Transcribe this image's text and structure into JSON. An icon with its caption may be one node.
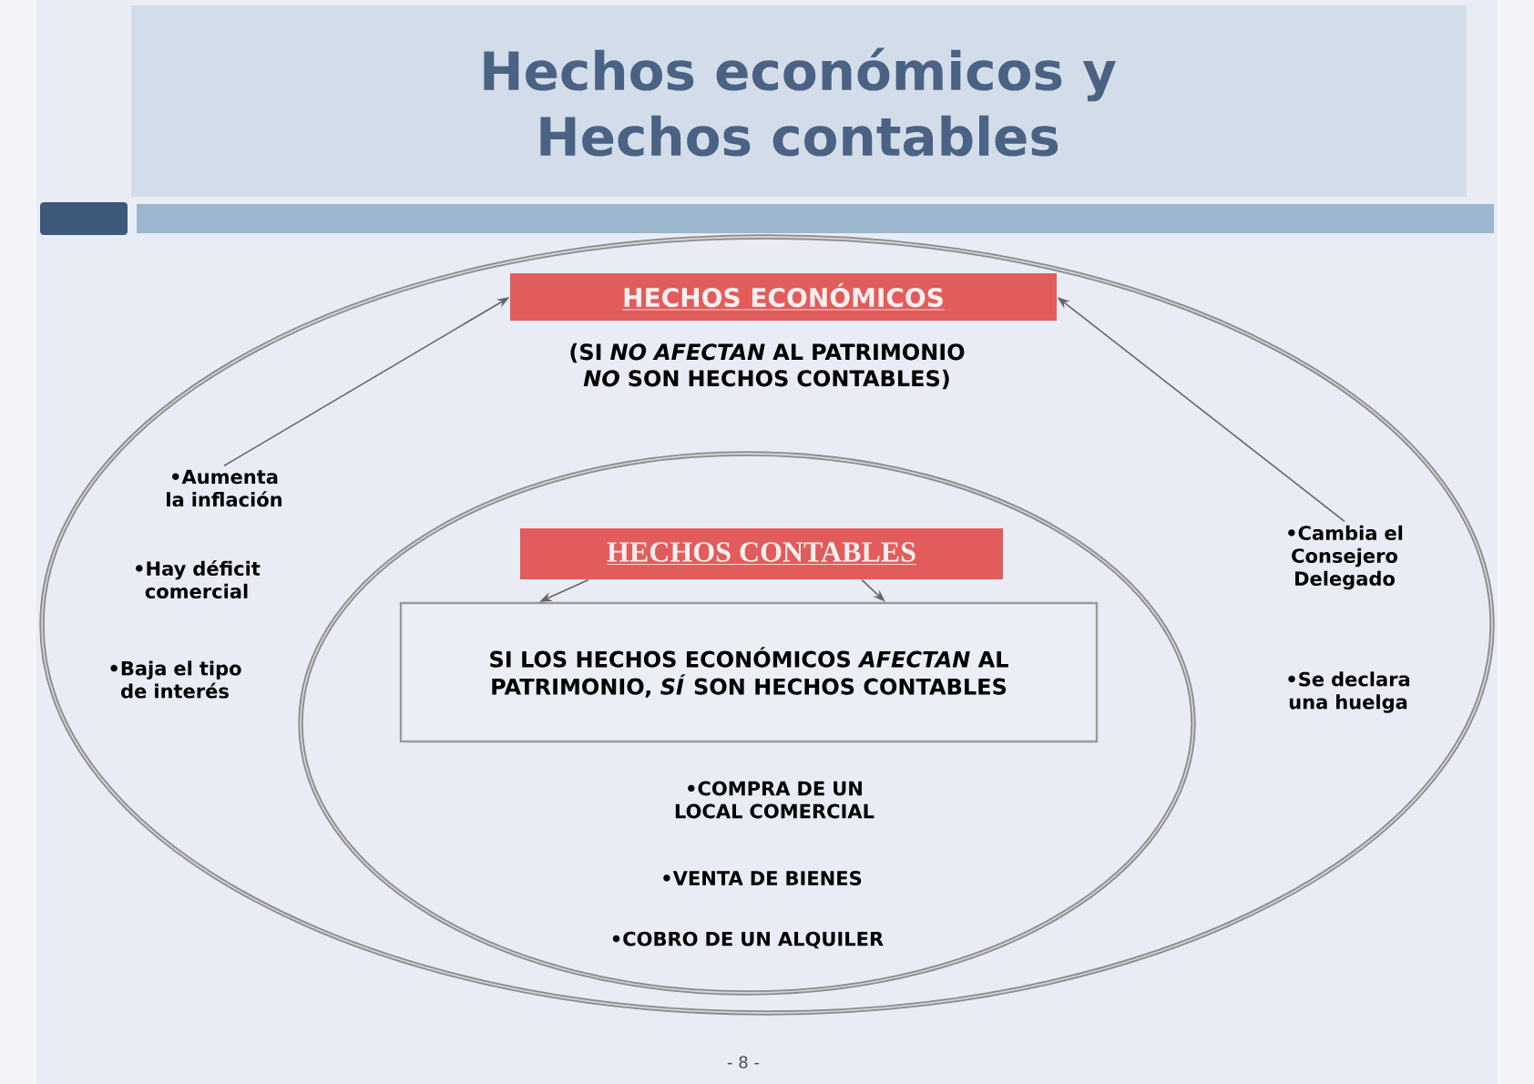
{
  "diagram": {
    "title": "Hechos económicos y Hechos contables",
    "nodes": [
      {
        "text": [
          "(SI *NO AFECTAN* AL PATRIMONIO *NO* SON HECHOS CONTABLES)"
        ]
      },
      {
        "text": [
          "HECHOS ECONÓMICOS"
        ],
        "in": 0
      },
      {
        "text": [
          "•Aumenta la inflación"
        ],
        "in": 0
      },
      {
        "text": [
          "•Hay déficit comercial"
        ],
        "in": 0
      },
      {
        "text": [
          "•Baja el tipo de interés"
        ],
        "in": 0
      },
      {
        "text": [
          "•Cambia el Consejero Delegado"
        ],
        "in": 0
      },
      {
        "text": [
          "•Se declara una huelga"
        ],
        "in": 0
      },
      {
        "text": [
          "•COMPRA DE UN LOCAL COMERCIAL",
          "•VENTA DE BIENES",
          "•COBRO DE UN ALQUILER"
        ],
        "in": 0
      },
      {
        "text": [
          "HECHOS CONTABLES"
        ],
        "in": 7
      },
      {
        "text": [
          "SI LOS HECHOS ECONÓMICOS *AFECTAN* AL PATRIMONIO, *SÍ* SON HECHOS CONTABLES"
        ],
        "in": 7
      }
    ],
    "edges": [
      {
        "from": 2,
        "to": 1,
        "arrow": "to"
      },
      {
        "from": 5,
        "to": 1,
        "arrow": "to"
      },
      {
        "from": 8,
        "to": 9,
        "arrow": "to"
      },
      {
        "from": 8,
        "to": 9,
        "arrow": "to"
      }
    ],
    "labels": [
      "- 8 -"
    ]
  }
}
